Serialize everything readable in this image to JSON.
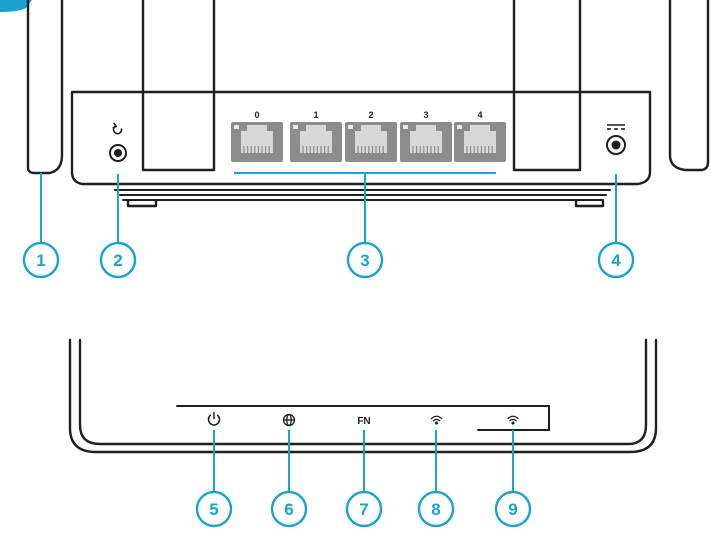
{
  "colors": {
    "accent": "#1aa3d1",
    "line": "#1f1f1f",
    "port_fill": "#8c8c8c",
    "port_detail": "#d8d8d8"
  },
  "rear_panel": {
    "ports": [
      "0",
      "1",
      "2",
      "3",
      "4"
    ],
    "reset_icon": "reset-icon",
    "power_icon": "dc-power-icon"
  },
  "front_panel": {
    "indicators": [
      {
        "icon": "power-icon"
      },
      {
        "icon": "globe-icon"
      },
      {
        "icon": "fn-label",
        "text": "FN"
      },
      {
        "icon": "wifi-icon"
      },
      {
        "icon": "wifi-icon"
      }
    ]
  },
  "callouts": [
    "1",
    "2",
    "3",
    "4",
    "5",
    "6",
    "7",
    "8",
    "9"
  ]
}
